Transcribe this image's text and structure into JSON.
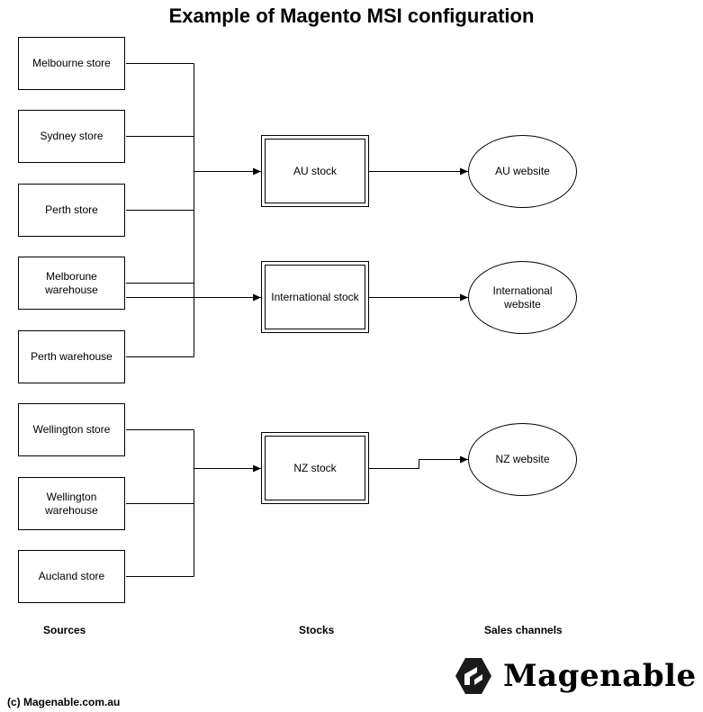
{
  "title": "Example of Magento MSI configuration",
  "sources": [
    "Melbourne store",
    "Sydney store",
    "Perth store",
    "Melborune warehouse",
    "Perth warehouse",
    "Wellington store",
    "Wellington warehouse",
    "Aucland store"
  ],
  "stocks": [
    "AU stock",
    "International stock",
    "NZ stock"
  ],
  "channels": [
    "AU website",
    "International website",
    "NZ website"
  ],
  "column_labels": {
    "sources": "Sources",
    "stocks": "Stocks",
    "channels": "Sales channels"
  },
  "brand": {
    "name": "Magenable",
    "icon": "magenable-logo-icon"
  },
  "copyright": "(c) Magenable.com.au"
}
